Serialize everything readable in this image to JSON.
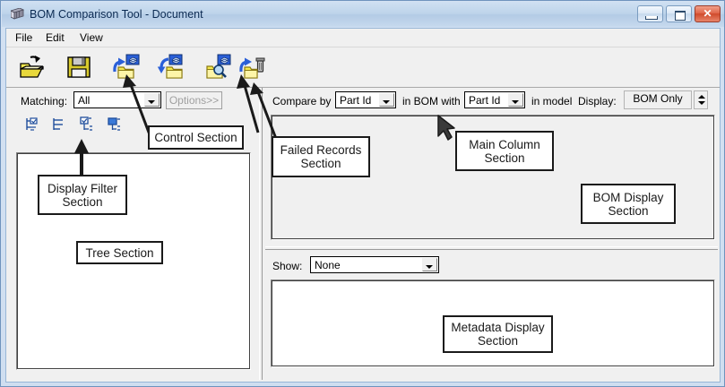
{
  "window": {
    "title": "BOM Comparison Tool - Document",
    "icon": "window-app-icon",
    "buttons": {
      "minimize": "minimize-icon",
      "maximize": "maximize-icon",
      "close": "close-icon"
    }
  },
  "menubar": {
    "items": [
      {
        "label": "File"
      },
      {
        "label": "Edit"
      },
      {
        "label": "View"
      }
    ]
  },
  "toolbar": {
    "buttons": [
      {
        "name": "open-folder-icon",
        "title": "Open"
      },
      {
        "name": "save-floppy-icon",
        "title": "Save"
      },
      {
        "name": "import-bom-icon",
        "title": "Import BOM"
      },
      {
        "name": "export-bom-icon",
        "title": "Export BOM"
      },
      {
        "name": "search-folder-icon",
        "title": "Find"
      },
      {
        "name": "delete-bom-icon",
        "title": "Delete"
      }
    ]
  },
  "control_section": {
    "matching_label": "Matching:",
    "matching_value": "All",
    "options_button": "Options>>"
  },
  "display_filter": {
    "icons": [
      {
        "name": "expand-all-icon"
      },
      {
        "name": "collapse-all-icon"
      },
      {
        "name": "show-checked-icon"
      },
      {
        "name": "show-nodes-icon"
      }
    ]
  },
  "bom_bar": {
    "compare_by_label": "Compare by",
    "compare_by_value": "Part Id",
    "in_bom_with_label": "in BOM with",
    "in_bom_with_value": "Part Id",
    "in_model_label": "in model",
    "display_label": "Display:",
    "display_value": "BOM Only"
  },
  "metadata_bar": {
    "show_label": "Show:",
    "show_value": "None"
  },
  "annotations": [
    {
      "name": "callout-control-section",
      "text": "Control Section"
    },
    {
      "name": "callout-display-filter",
      "text": "Display Filter\nSection"
    },
    {
      "name": "callout-tree-section",
      "text": "Tree Section"
    },
    {
      "name": "callout-failed-records",
      "text": "Failed Records\nSection"
    },
    {
      "name": "callout-main-column",
      "text": "Main Column\nSection"
    },
    {
      "name": "callout-bom-display",
      "text": "BOM Display\nSection"
    },
    {
      "name": "callout-metadata-display",
      "text": "Metadata Display\nSection"
    }
  ],
  "colors": {
    "titlebar": "#bdd3ea",
    "frame": "#d3e1f2",
    "face": "#f0f0f0",
    "field": "#ffffff",
    "close_button": "#cf4a2c",
    "icon_folder": "#f2e03a",
    "icon_blue": "#2a5fd8",
    "annotation_border": "#1a1a1a"
  }
}
